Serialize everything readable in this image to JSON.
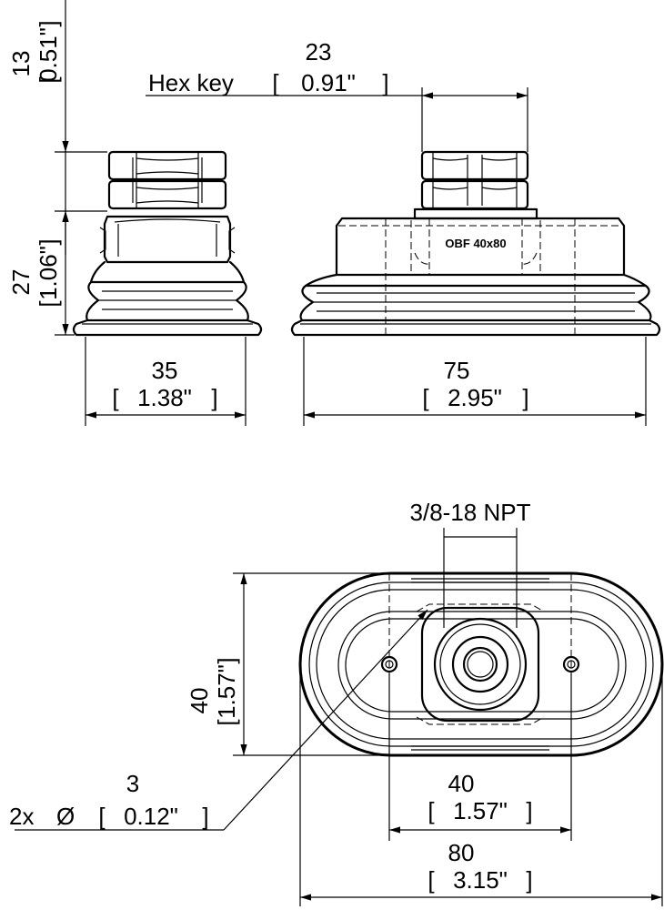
{
  "side_view_left": {
    "height_top": {
      "mm": "13",
      "in": "0.51\""
    },
    "height_bottom": {
      "mm": "27",
      "in": "1.06\""
    },
    "width": {
      "mm": "35",
      "in": "1.38\""
    }
  },
  "side_view_right": {
    "hex_key": {
      "label": "Hex key",
      "mm": "23",
      "in": "0.91\""
    },
    "width": {
      "mm": "75",
      "in": "2.95\""
    },
    "part_marking": "OBF 40x80"
  },
  "top_view": {
    "thread": "3/8-18 NPT",
    "height": {
      "mm": "40",
      "in": "1.57\""
    },
    "hole_spacing": {
      "mm": "40",
      "in": "1.57\""
    },
    "width": {
      "mm": "80",
      "in": "3.15\""
    },
    "holes": {
      "count": "2x",
      "symbol": "Ø",
      "mm": "3",
      "in": "0.12\""
    }
  },
  "bracket_open": "[",
  "bracket_close": "]"
}
